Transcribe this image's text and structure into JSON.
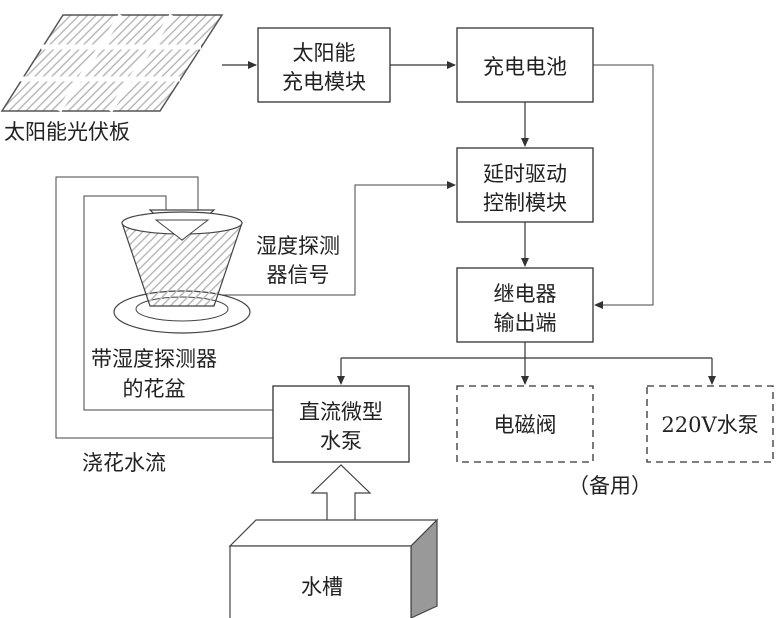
{
  "diagram": {
    "solar_panel_label": "太阳能光伏板",
    "solar_charge_module": [
      "太阳能",
      "充电模块"
    ],
    "battery": "充电电池",
    "delay_drive": [
      "延时驱动",
      "控制模块"
    ],
    "relay_output": [
      "继电器",
      "输出端"
    ],
    "humidity_signal": [
      "湿度探测",
      "器信号"
    ],
    "flowerpot_label": [
      "带湿度探测器",
      "的花盆"
    ],
    "dc_pump": [
      "直流微型",
      "水泵"
    ],
    "solenoid_valve": "电磁阀",
    "ac_pump": "220V水泵",
    "backup_note": "（备用）",
    "watering_flow": "浇花水流",
    "water_tank": "水槽"
  }
}
